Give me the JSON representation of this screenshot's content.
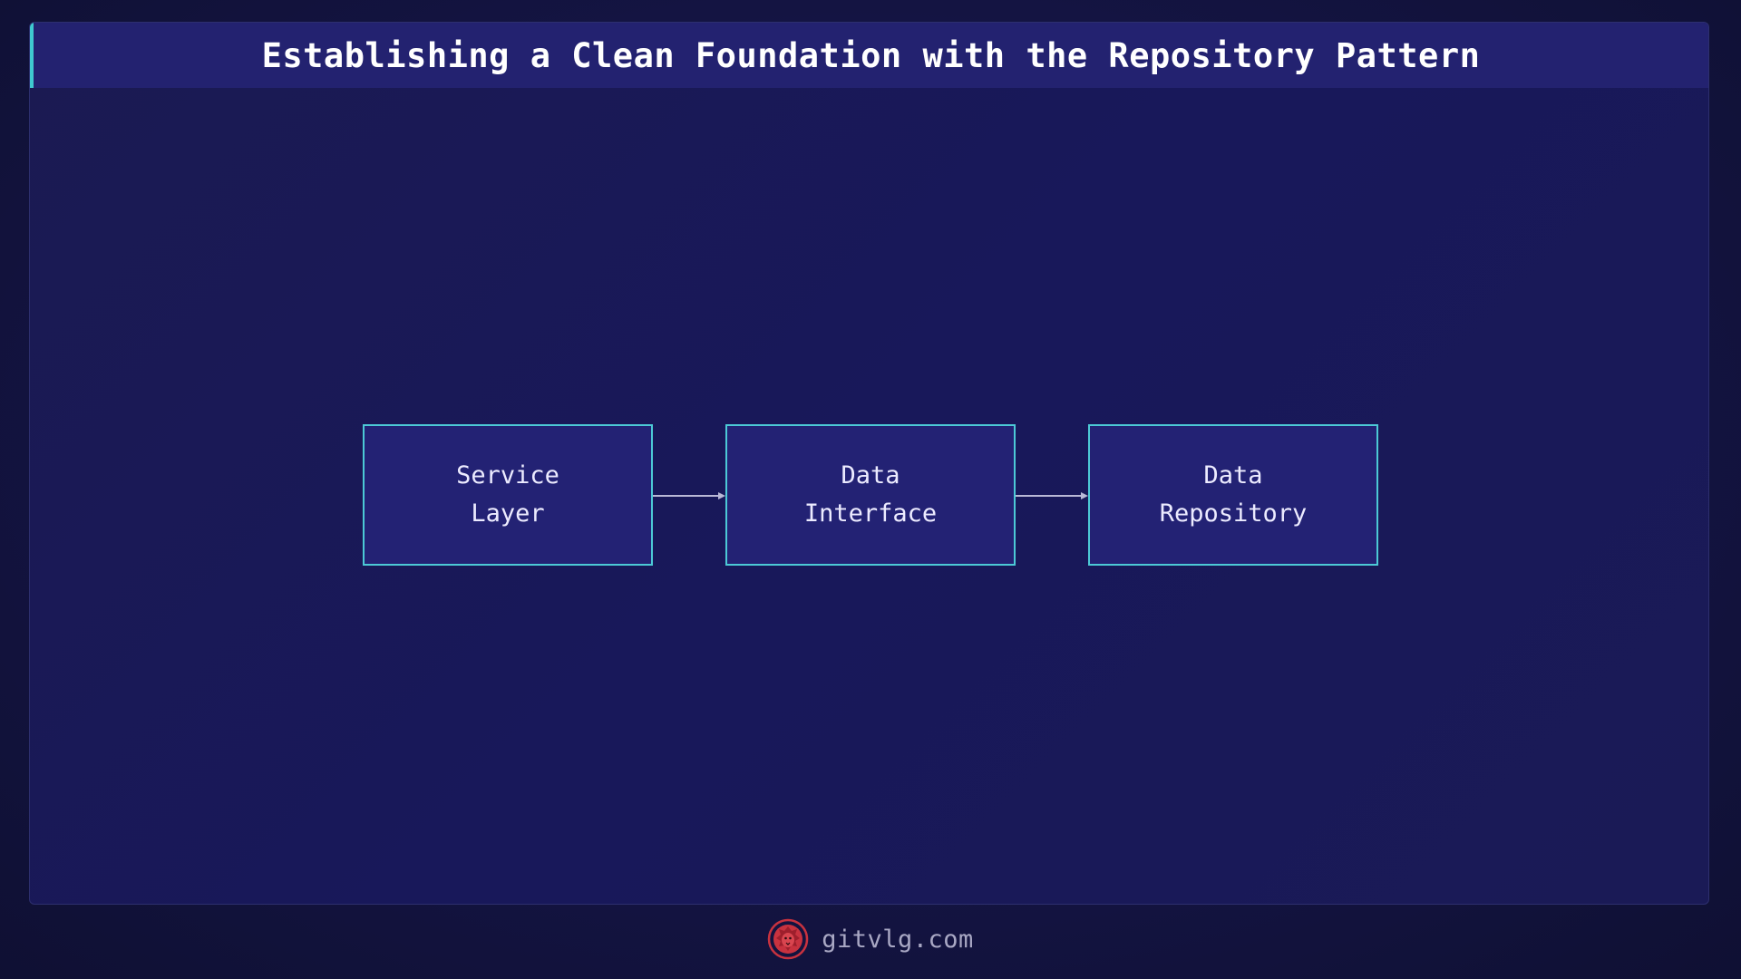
{
  "header": {
    "title": "Establishing a Clean Foundation with the Repository Pattern"
  },
  "diagram": {
    "nodes": [
      {
        "label": "Service\nLayer"
      },
      {
        "label": "Data\nInterface"
      },
      {
        "label": "Data\nRepository"
      }
    ],
    "edges": [
      {
        "from": "Service Layer",
        "to": "Data Interface"
      },
      {
        "from": "Data Interface",
        "to": "Data Repository"
      }
    ]
  },
  "footer": {
    "site": "gitvlg.com",
    "logo_icon": "lion-head-icon"
  },
  "colors": {
    "background": "#111238",
    "card": "#1b1a52",
    "header": "#232270",
    "accent": "#3fc9cf",
    "node_fill": "#232274",
    "node_border": "#4cc9d6",
    "logo": "#c8323f"
  }
}
